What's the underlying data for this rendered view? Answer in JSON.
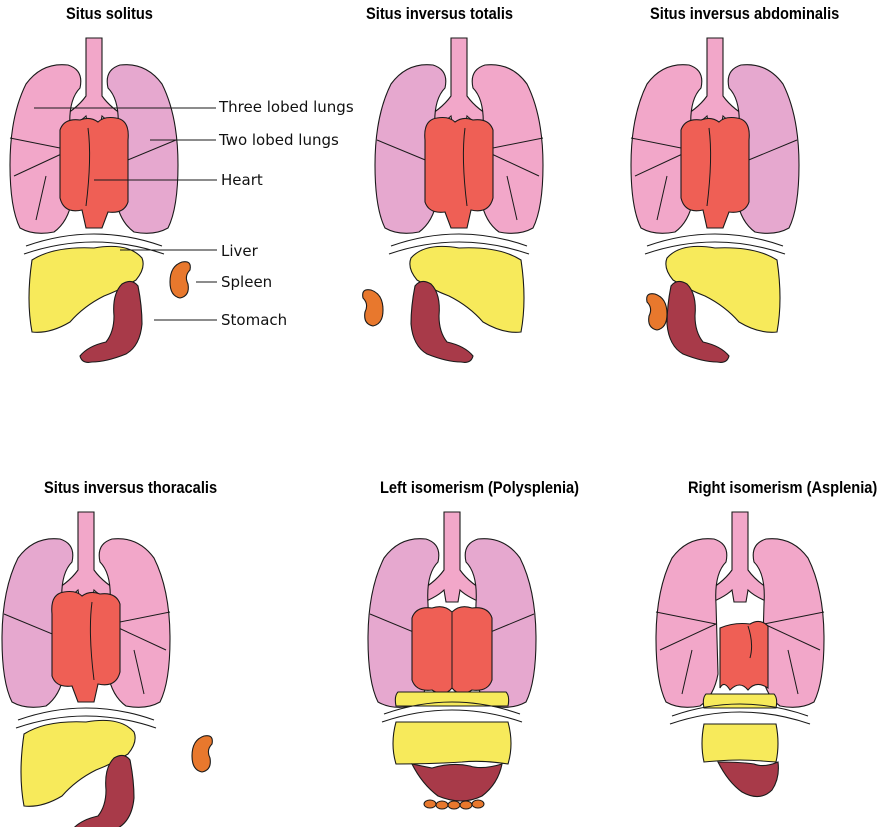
{
  "panels": [
    {
      "title": "Situs solitus"
    },
    {
      "title": "Situs inversus totalis"
    },
    {
      "title": "Situs inversus abdominalis"
    },
    {
      "title": "Situs inversus thoracalis"
    },
    {
      "title": "Left isomerism (Polysplenia)"
    },
    {
      "title": "Right isomerism (Asplenia)"
    }
  ],
  "labels": {
    "three_lobed_lungs": "Three lobed lungs",
    "two_lobed_lungs": "Two lobed lungs",
    "heart": "Heart",
    "liver": "Liver",
    "spleen": "Spleen",
    "stomach": "Stomach"
  },
  "colors": {
    "lung_three_lobed": "#f2a7c9",
    "lung_two_lobed": "#e6a8cf",
    "heart": "#ef5f55",
    "liver": "#f7ea5b",
    "spleen": "#e8782d",
    "stomach": "#a83a49"
  }
}
